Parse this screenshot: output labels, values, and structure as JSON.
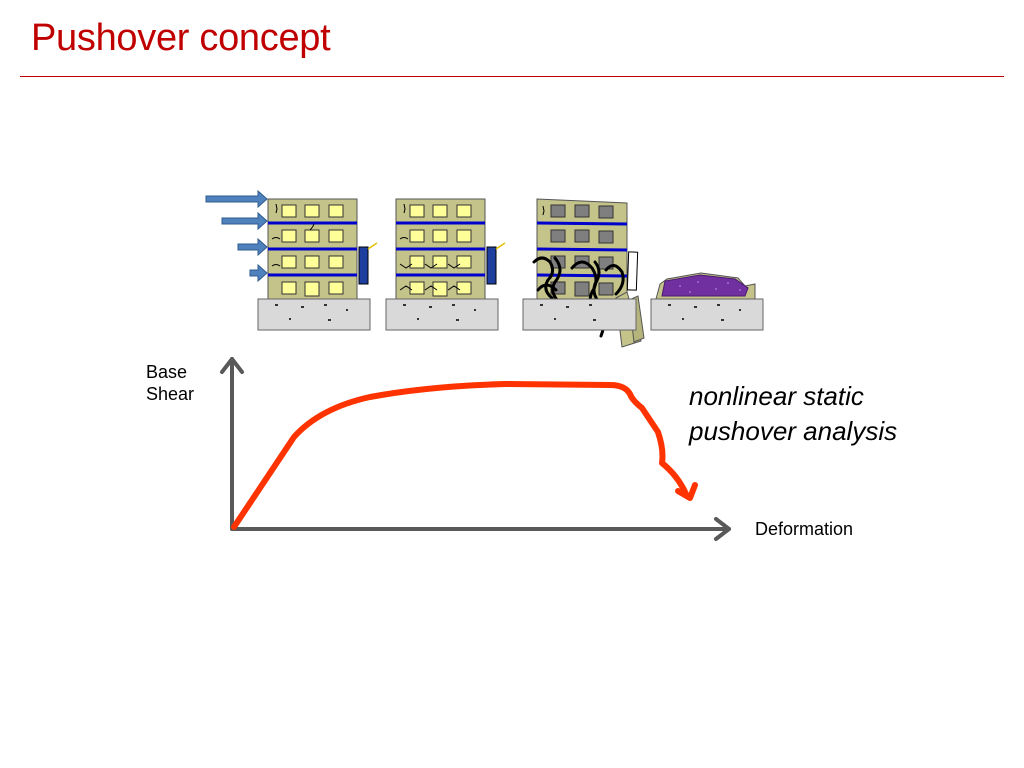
{
  "slide": {
    "title": "Pushover concept"
  },
  "chart": {
    "y_label_line1": "Base",
    "y_label_line2": "Shear",
    "x_label": "Deformation",
    "annotation_line1": "nonlinear static",
    "annotation_line2": "pushover analysis"
  },
  "colors": {
    "title": "#c00000",
    "curve": "#ff3300",
    "axis": "#595959",
    "building": "#c4c38a",
    "window_lit": "#ffff99",
    "window_dark": "#7f7f7f",
    "slab": "#0000cc",
    "foundation": "#d9d9d9",
    "load_arrow": "#4f81bd",
    "rubble": "#7030a0"
  }
}
